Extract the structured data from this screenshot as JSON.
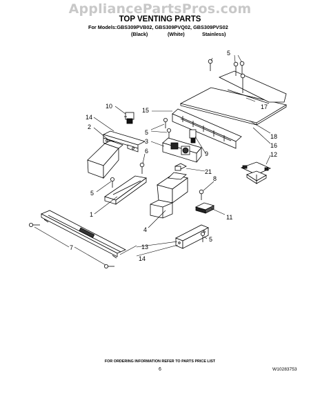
{
  "watermark": "AppliancePartsPros.com",
  "title": "TOP VENTING PARTS",
  "models_line": "For Models:GBS309PVB02, GBS309PVQ02, GBS309PVS02",
  "variants": [
    "(Black)",
    "(White)",
    "Stainless)"
  ],
  "callouts": {
    "c5a": "5",
    "c17": "17",
    "c10": "10",
    "c15": "15",
    "c14a": "14",
    "c2": "2",
    "c5b": "5",
    "c18": "18",
    "c16": "16",
    "c3": "3",
    "c9": "9",
    "c12": "12",
    "c6": "6",
    "c21": "21",
    "c8": "8",
    "c5c": "5",
    "c1": "1",
    "c11": "11",
    "c4": "4",
    "c7": "7",
    "c13": "13",
    "c5d": "5",
    "c14b": "14"
  },
  "footer_note": "FOR ORDERING INFORMATION REFER TO PARTS PRICE LIST",
  "page_number": "6",
  "document_number": "W10283753"
}
